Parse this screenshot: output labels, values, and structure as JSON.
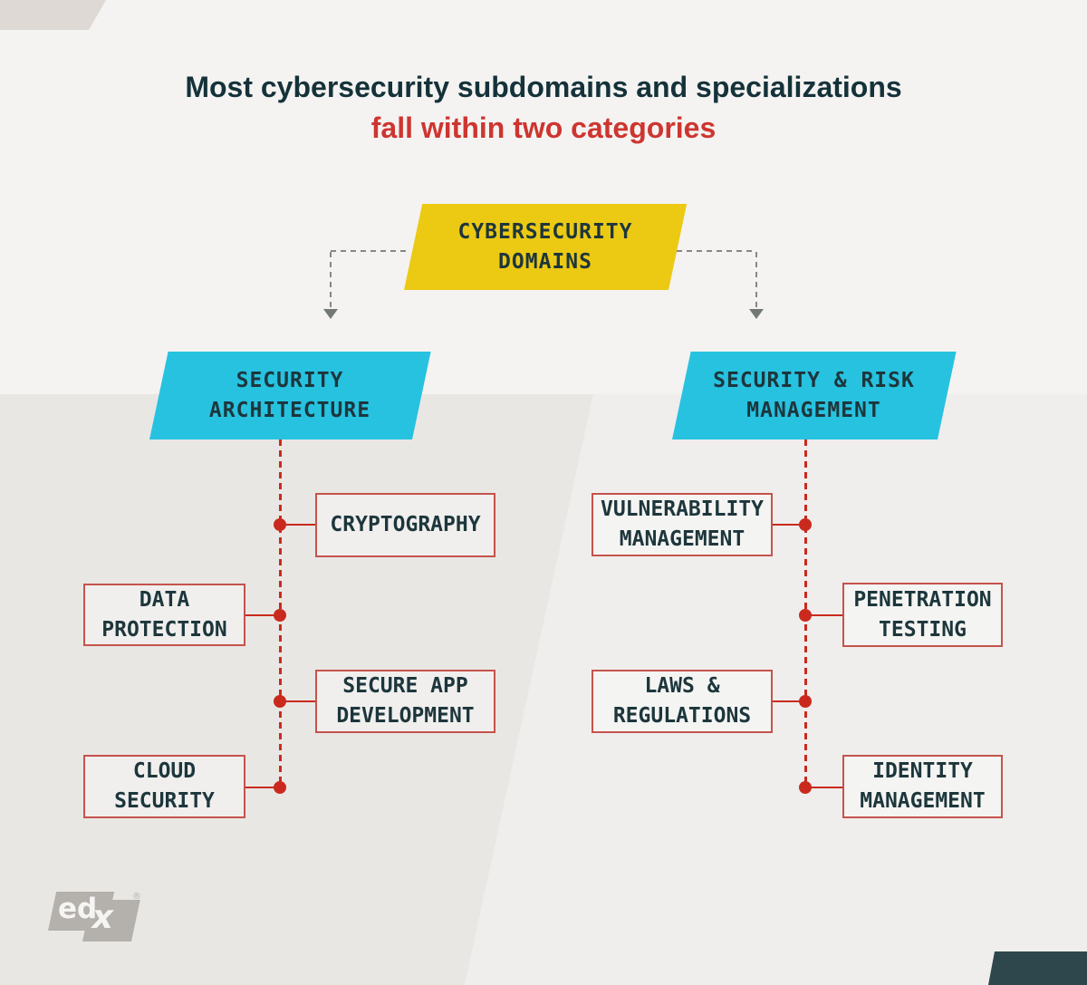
{
  "title": {
    "line1": "Most cybersecurity subdomains and specializations",
    "line2": "fall within two categories"
  },
  "tree": {
    "root": [
      "CYBERSECURITY",
      "DOMAINS"
    ],
    "left": {
      "label": [
        "SECURITY",
        "ARCHITECTURE"
      ],
      "children": [
        [
          "CRYPTOGRAPHY"
        ],
        [
          "DATA",
          "PROTECTION"
        ],
        [
          "SECURE APP",
          "DEVELOPMENT"
        ],
        [
          "CLOUD",
          "SECURITY"
        ]
      ]
    },
    "right": {
      "label": [
        "SECURITY & RISK",
        "MANAGEMENT"
      ],
      "children": [
        [
          "VULNERABILITY",
          "MANAGEMENT"
        ],
        [
          "PENETRATION",
          "TESTING"
        ],
        [
          "LAWS &",
          "REGULATIONS"
        ],
        [
          "IDENTITY",
          "MANAGEMENT"
        ]
      ]
    }
  },
  "logo": {
    "ed": "ed",
    "x": "x",
    "registered": "®"
  },
  "colors": {
    "root_fill": "#ecc913",
    "category_fill": "#27c2e0",
    "connector_red": "#ca2a1e",
    "node_border": "#c5534c",
    "title_navy": "#15323a",
    "title_red": "#ce3530",
    "connector_gray": "#858986",
    "corner_dark": "#2e474d",
    "corner_light": "#ded9d4",
    "logo_gray": "#b4b1ad"
  }
}
